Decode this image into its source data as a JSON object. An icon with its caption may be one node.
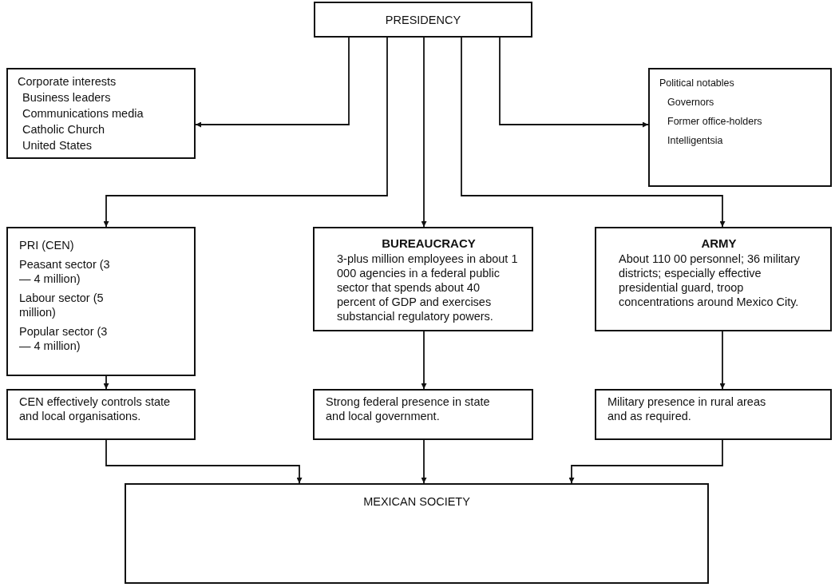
{
  "diagram": {
    "nodes": [
      {
        "text": [
          "PRESIDENCY"
        ]
      },
      {
        "text": [
          "Corporate interests",
          "Business leaders",
          "Communications media",
          "Catholic Church",
          "United States"
        ]
      },
      {
        "text": [
          "Political notables",
          "Governors",
          "Former office-holders",
          "Intelligentsia"
        ]
      },
      {
        "text": [
          "PRI (CEN)",
          "Peasant sector (3 — 4 million)",
          "Labour sector (5 million)",
          "Popular sector (3 — 4 million)"
        ]
      },
      {
        "text": [
          "BUREAUCRACY",
          "3-plus million employees in about 1 000 agencies in a federal public sector that spends about 40 percent of GDP and exercises substancial regulatory powers."
        ]
      },
      {
        "text": [
          "ARMY",
          "About 110 00 personnel; 36 military districts; especially effective presidential guard, troop concentrations around Mexico City."
        ]
      },
      {
        "text": [
          "CEN effectively controls state and local organisations."
        ]
      },
      {
        "text": [
          "Strong federal presence in state and local government."
        ]
      },
      {
        "text": [
          "Military presence in rural areas and as required."
        ]
      },
      {
        "text": [
          "MEXICAN SOCIETY"
        ]
      }
    ],
    "edges": [
      {
        "from": 0,
        "to": 1,
        "arrow": "to"
      },
      {
        "from": 0,
        "to": 2,
        "arrow": "to"
      },
      {
        "from": 0,
        "to": 3,
        "arrow": "to"
      },
      {
        "from": 0,
        "to": 4,
        "arrow": "to"
      },
      {
        "from": 0,
        "to": 5,
        "arrow": "to"
      },
      {
        "from": 3,
        "to": 6,
        "arrow": "to"
      },
      {
        "from": 4,
        "to": 7,
        "arrow": "to"
      },
      {
        "from": 5,
        "to": 8,
        "arrow": "to"
      },
      {
        "from": 6,
        "to": 9,
        "arrow": "to"
      },
      {
        "from": 7,
        "to": 9,
        "arrow": "to"
      },
      {
        "from": 8,
        "to": 9,
        "arrow": "to"
      }
    ]
  }
}
